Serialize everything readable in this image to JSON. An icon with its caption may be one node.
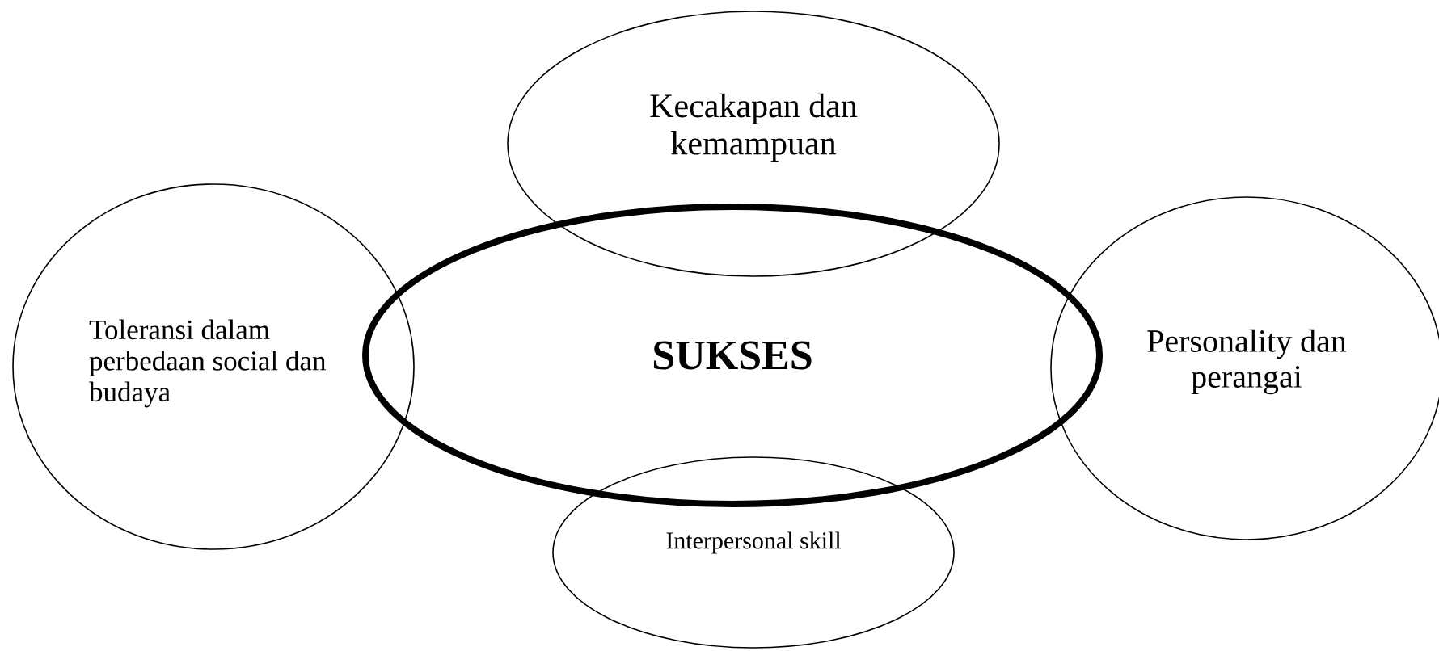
{
  "diagram": {
    "nodes": [
      {
        "text": [
          "Kecakapan dan kemampuan"
        ]
      },
      {
        "text": [
          "Toleransi dalam perbedaan social dan budaya"
        ]
      },
      {
        "text": [
          "SUKSES"
        ]
      },
      {
        "text": [
          "Personality dan perangai"
        ]
      },
      {
        "text": [
          "Interpersonal skill"
        ]
      }
    ]
  }
}
